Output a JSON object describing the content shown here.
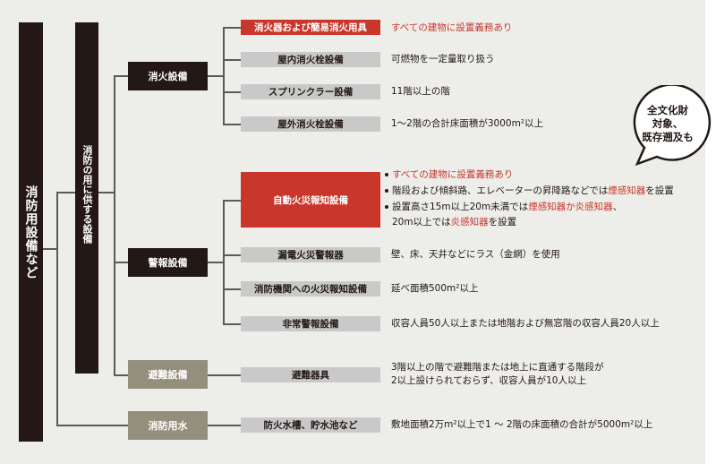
{
  "root": {
    "label": "消防用設備など"
  },
  "group": {
    "label": "消防の用に供する設備"
  },
  "categories": [
    {
      "label": "消火設備"
    },
    {
      "label": "警報設備"
    },
    {
      "label": "避難設備"
    },
    {
      "label": "消防用水"
    }
  ],
  "items": [
    {
      "label": "消火器および簡易消火用具",
      "desc": "すべての建物に設置義務あり"
    },
    {
      "label": "屋内消火栓設備",
      "desc": "可燃物を一定量取り扱う"
    },
    {
      "label": "スプリンクラー設備",
      "desc": "11階以上の階"
    },
    {
      "label": "屋外消火栓設備",
      "desc": "1～2階の合計床面積が3000m²以上"
    },
    {
      "label": "自動火災報知設備"
    },
    {
      "label": "漏電火災警報器",
      "desc": "壁、床、天井などにラス（金網）を使用"
    },
    {
      "label": "消防機関への火災報知設備",
      "desc": "延べ面積500m²以上"
    },
    {
      "label": "非常警報設備",
      "desc": "収容人員50人以上または地階および無窓階の収容人員20人以上"
    },
    {
      "label": "避難器具",
      "desc_lines": [
        "3階以上の階で避難階または地上に直通する階段が",
        "2以上設けられておらず、収容人員が10人以上"
      ]
    },
    {
      "label": "防火水槽、貯水池など",
      "desc": "敷地面積2万m²以上で1 ～ 2階の床面積の合計が5000m²以上"
    }
  ],
  "alarm_bullets": {
    "b1": "すべての建物に設置義務あり",
    "b2": [
      "階段および傾斜路、エレベーターの昇降路などでは",
      "煙感知器",
      "を設置"
    ],
    "b3": [
      "設置高さ15m以上20m未満では",
      "煙感知器か炎感知器",
      "、"
    ],
    "b3_line2": [
      "20m以上では",
      "炎感知器",
      "を設置"
    ]
  },
  "callout": {
    "lines": [
      "全文化財",
      "対象、",
      "既存遡及も"
    ]
  },
  "colors": {
    "accent": "#c9372c",
    "dark": "#231815",
    "olive": "#948f7c",
    "gray": "#c9c9c9",
    "bg": "#ededea"
  }
}
